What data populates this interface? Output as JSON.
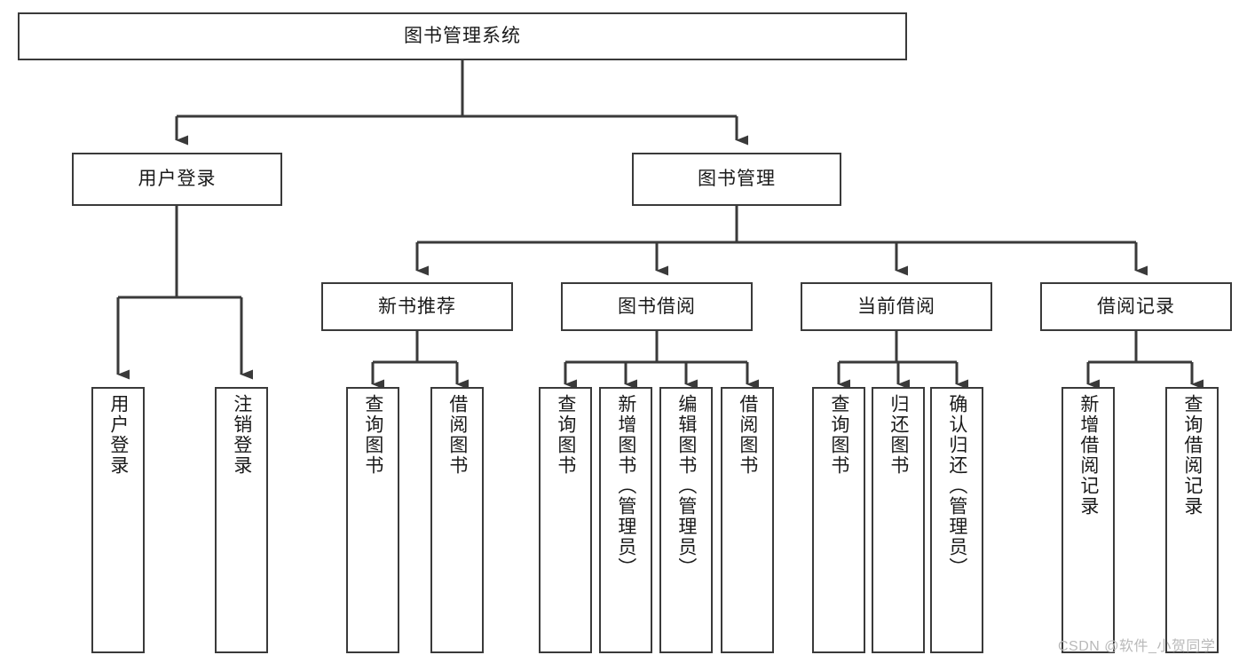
{
  "diagram": {
    "type": "tree-hierarchy-chart",
    "title": "图书管理系统",
    "stroke_color": "#3a3a3a",
    "text_color": "#1a1a1a",
    "background": "#ffffff",
    "root": {
      "label": "图书管理系统"
    },
    "level2": [
      {
        "label": "用户登录"
      },
      {
        "label": "图书管理"
      }
    ],
    "level3": [
      {
        "label": "新书推荐"
      },
      {
        "label": "图书借阅"
      },
      {
        "label": "当前借阅"
      },
      {
        "label": "借阅记录"
      }
    ],
    "leaves": {
      "user_login": [
        {
          "label": "用户登录"
        },
        {
          "label": "注销登录"
        }
      ],
      "new_book_recommend": [
        {
          "label": "查询图书"
        },
        {
          "label": "借阅图书"
        }
      ],
      "book_borrow": [
        {
          "label": "查询图书"
        },
        {
          "label": "新增图书（管理员）"
        },
        {
          "label": "编辑图书（管理员）"
        },
        {
          "label": "借阅图书"
        }
      ],
      "current_borrow": [
        {
          "label": "查询图书"
        },
        {
          "label": "归还图书"
        },
        {
          "label": "确认归还（管理员）"
        }
      ],
      "borrow_record": [
        {
          "label": "新增借阅记录"
        },
        {
          "label": "查询借阅记录"
        }
      ]
    }
  },
  "watermark": {
    "text": "CSDN @软件_小贺同学"
  }
}
